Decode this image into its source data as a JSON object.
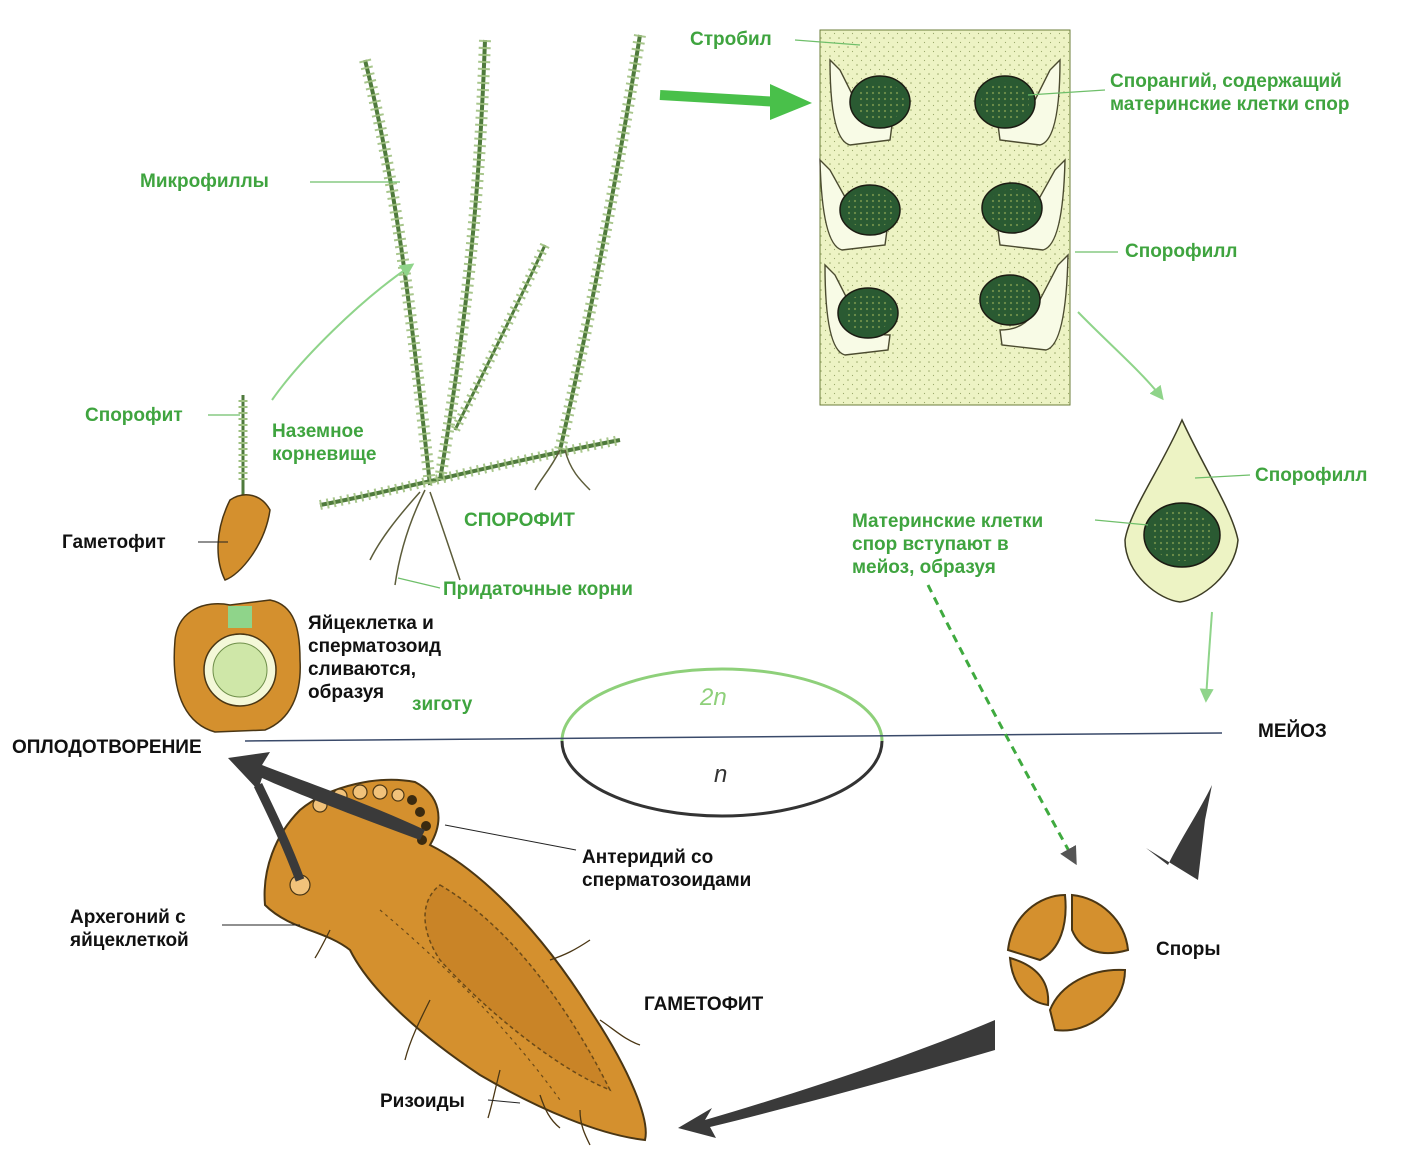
{
  "colors": {
    "label_green": "#3fa43f",
    "label_black": "#111111",
    "strobilus_fill": "#edf3c4",
    "sporangium_fill": "#1f4a28",
    "gametophyte_fill": "#d4902e",
    "gametophyte_outline": "#4a3614",
    "arrow_green": "#8fd48a",
    "arrow_dark": "#3a3a3a",
    "ploidy_ring_top": "#8ed07a",
    "ploidy_ring_bottom": "#333333"
  },
  "labels": {
    "strobil": "Стробил",
    "mikrofilly": "Микрофиллы",
    "sporangiy": "Спорангий, содержащий\nматеринские клетки спор",
    "sporofill_top": "Спорофилл",
    "sporofill_right": "Спорофилл",
    "sporofit_small": "Спорофит",
    "nazemnoe_kornevishche": "Наземное\nкорневище",
    "sporofit_caps": "СПОРОФИТ",
    "gametofit_small": "Гаметофит",
    "pridatochnye_korni": "Придаточные корни",
    "materinskie_kletki": "Материнские клетки\nспор вступают в\nмейоз, образуя",
    "yaytsekletka": "Яйцеклетка и\nсперматозоид\nсливаются,\nобразуя",
    "zigotu": "зиготу",
    "oplodotvorenie": "ОПЛОДОТВОРЕНИЕ",
    "meyoz": "МЕЙОЗ",
    "ploidy_2n": "2n",
    "ploidy_n": "n",
    "anteridiy": "Антеридий со\nсперматозоидами",
    "arkhegoniy": "Архегоний с\nяйцеклеткой",
    "spory": "Споры",
    "gametofit_caps": "ГАМЕТОФИТ",
    "rizoidy": "Ризоиды"
  }
}
